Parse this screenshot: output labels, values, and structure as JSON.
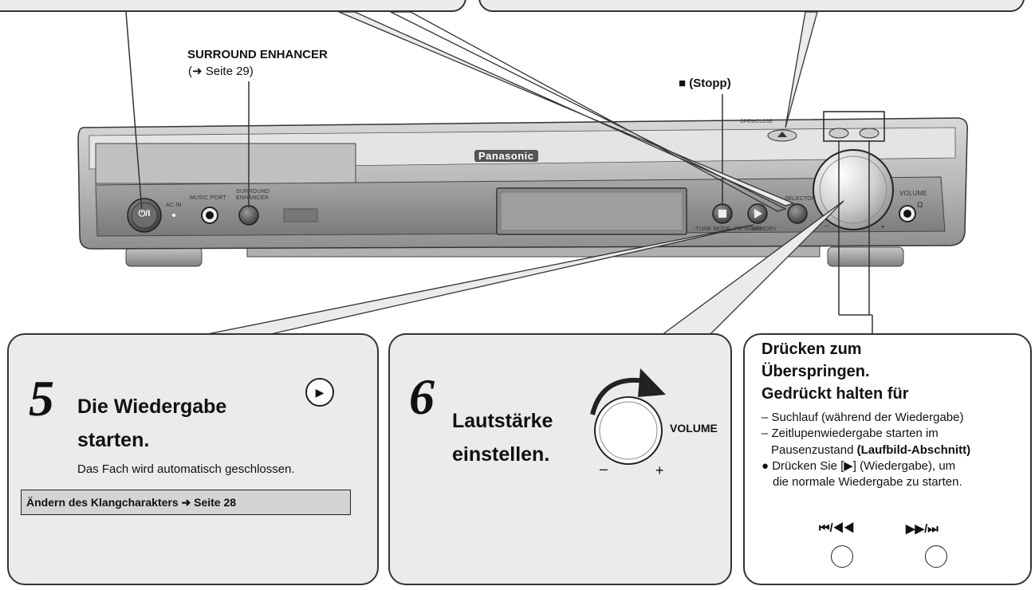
{
  "device": {
    "brand": "Panasonic",
    "labels": {
      "power": "⏻/I",
      "ac_in": "AC IN",
      "music_port": "MUSIC  PORT",
      "surround_line1": "SURROUND",
      "surround_line2": "ENHANCER",
      "selector": "SELECTOR",
      "volume": "VOLUME",
      "headphone": "Ω",
      "tune_mode": "-TUNE MODE  -FM MODE",
      "memory": "MEMORY",
      "minus": "–",
      "plus": "+",
      "open_close": "OPEN/CLOSE",
      "stop_symbol": "■",
      "play_symbol": "▶",
      "eject_symbol": "⏏"
    }
  },
  "annotations": {
    "surround_title": "SURROUND ENHANCER",
    "surround_ref": "(➜ Seite 29)",
    "stop": "■ (Stopp)"
  },
  "step5": {
    "number": "5",
    "title_line1": "Die Wiedergabe",
    "title_line2": "starten.",
    "note": "Das Fach wird automatisch geschlossen.",
    "ref_box": "Ändern des Klangcharakters ➜ Seite 28",
    "play_symbol": "▶"
  },
  "step6": {
    "number": "6",
    "title_line1": "Lautstärke",
    "title_line2": "einstellen.",
    "volume_label": "VOLUME",
    "minus": "–",
    "plus": "+"
  },
  "skip_panel": {
    "heading_line1": "Drücken zum",
    "heading_line2": "Überspringen.",
    "heading_line3": "Gedrückt halten für",
    "item1": "– Suchlauf (während der Wiedergabe)",
    "item2a": "– Zeitlupenwiedergabe starten im",
    "item2b": "Pausenzustand",
    "item2c": "(Laufbild-Abschnitt)",
    "item3a": "● Drücken Sie [▶] (Wiedergabe), um",
    "item3b": "die normale Wiedergabe zu starten.",
    "skip_back": "⏮/◀◀",
    "skip_fwd": "▶▶/⏭"
  }
}
